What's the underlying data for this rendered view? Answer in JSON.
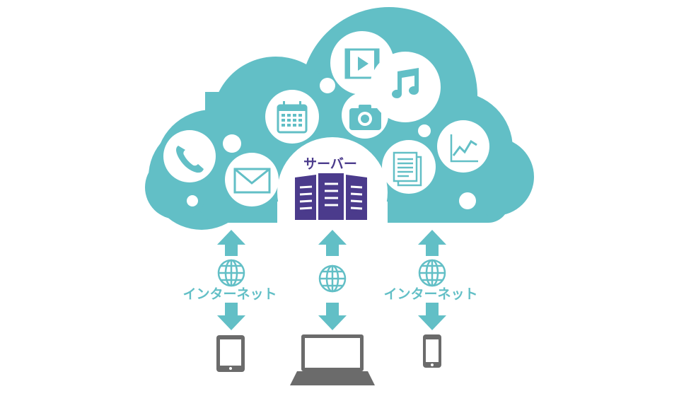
{
  "colors": {
    "cloud": "#62bfc6",
    "circle_fill": "#ffffff",
    "icon_stroke": "#62bfc6",
    "server": "#4b3b8c",
    "device": "#6b6b6b"
  },
  "server": {
    "label": "サーバー"
  },
  "connections": [
    {
      "label": "インターネット",
      "icon": "globe-icon"
    },
    {
      "label": "",
      "icon": "globe-icon"
    },
    {
      "label": "インターネット",
      "icon": "globe-icon"
    }
  ],
  "cloud_services": [
    "phone-icon",
    "mail-icon",
    "calendar-icon",
    "video-icon",
    "camera-icon",
    "music-icon",
    "document-icon",
    "chart-icon"
  ],
  "devices": [
    "tablet-icon",
    "laptop-icon",
    "smartphone-icon"
  ]
}
